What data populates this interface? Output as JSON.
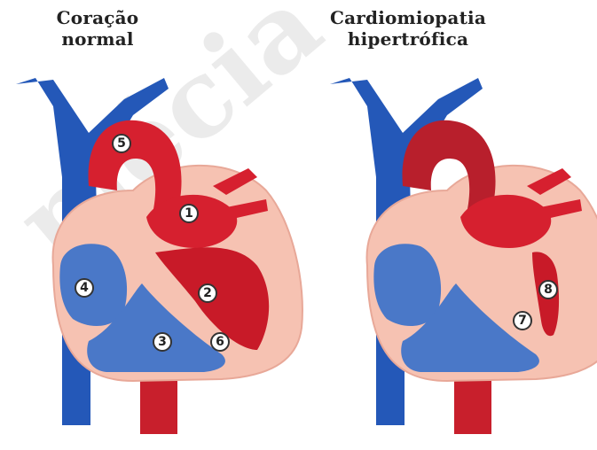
{
  "titles": {
    "normal": {
      "line1": "Coração",
      "line2": "normal"
    },
    "hyper": {
      "line1": "Cardiomiopatia",
      "line2": "hipertrófica"
    }
  },
  "markers": {
    "normal": [
      "1",
      "2",
      "3",
      "4",
      "5",
      "6"
    ],
    "hyper": [
      "7",
      "8"
    ]
  },
  "watermark": "mécia",
  "colors": {
    "vein_blue": "#2458b8",
    "artery_red": "#d6202f",
    "wall_pink": "#f6c2b2",
    "chamber_blue": "#4a78c8"
  }
}
